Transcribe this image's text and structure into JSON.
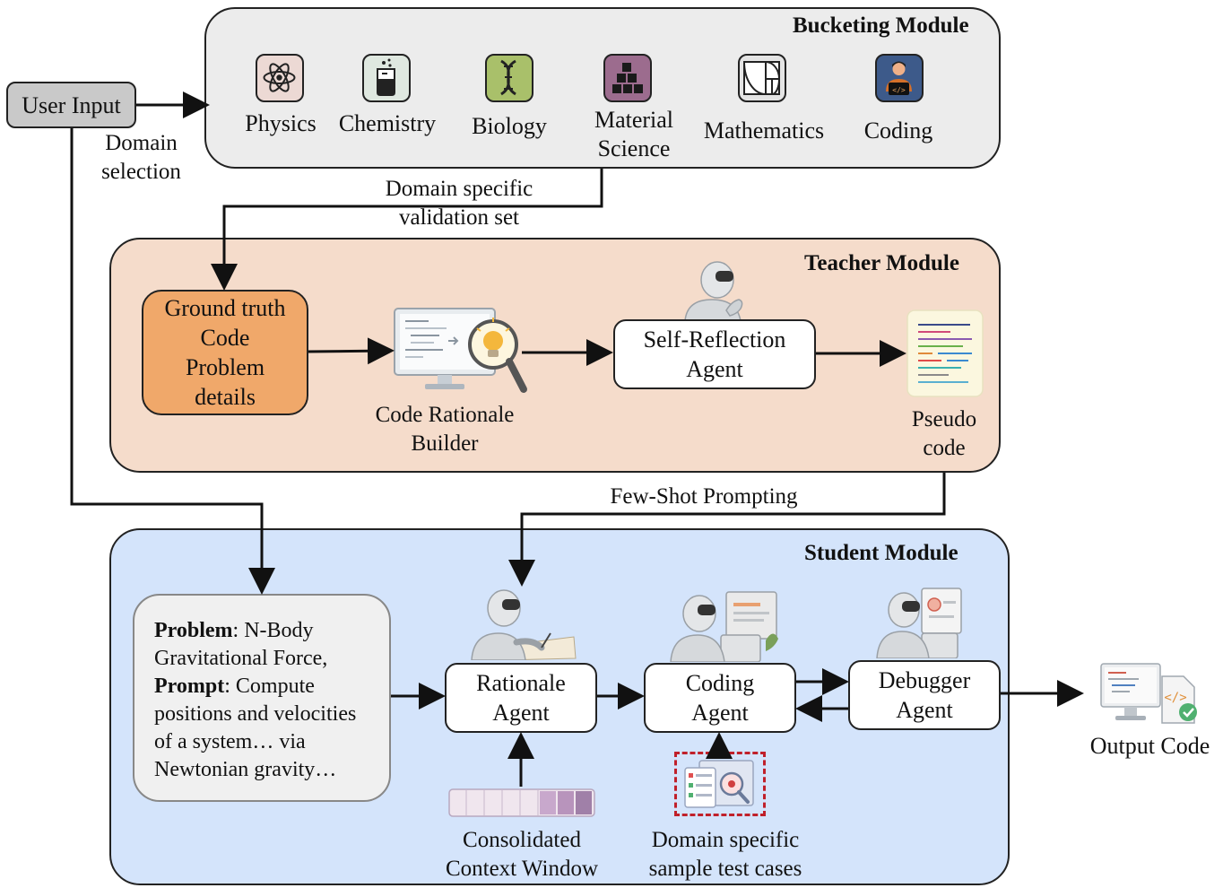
{
  "user_input": "User Input",
  "domain_selection": [
    "Domain",
    "selection"
  ],
  "bucketing": {
    "title": "Bucketing Module",
    "domains": [
      {
        "lines": [
          "Physics"
        ],
        "icon": "atom-icon",
        "color": "#ecd9d4"
      },
      {
        "lines": [
          "Chemistry"
        ],
        "icon": "beaker-icon",
        "color": "#dfe8e0"
      },
      {
        "lines": [
          "Biology"
        ],
        "icon": "dna-icon",
        "color": "#a9c06a"
      },
      {
        "lines": [
          "Material",
          "Science"
        ],
        "icon": "blocks-icon",
        "color": "#9c6c8e"
      },
      {
        "lines": [
          "Mathematics"
        ],
        "icon": "golden-ratio-icon",
        "color": "#e4e4e4"
      },
      {
        "lines": [
          "Coding"
        ],
        "icon": "programmer-icon",
        "color": "#3d5a8a"
      }
    ]
  },
  "validation_label": [
    "Domain specific",
    "validation set"
  ],
  "teacher": {
    "title": "Teacher Module",
    "ground_truth": [
      "Ground truth",
      "Code",
      "Problem",
      "details"
    ],
    "rationale_builder": [
      "Code Rationale",
      "Builder"
    ],
    "self_reflection": [
      "Self-Reflection",
      "Agent"
    ],
    "pseudo_code": [
      "Pseudo",
      "code"
    ]
  },
  "few_shot": "Few-Shot Prompting",
  "student": {
    "title": "Student Module",
    "problem_label": "Problem",
    "problem_text": ": N-Body Gravitational Force,",
    "prompt_label": "Prompt",
    "prompt_text": ": Compute positions and velocities of a system… via Newtonian gravity…",
    "rationale_agent": [
      "Rationale",
      "Agent"
    ],
    "coding_agent": [
      "Coding",
      "Agent"
    ],
    "debugger_agent": [
      "Debugger",
      "Agent"
    ],
    "context_window": [
      "Consolidated",
      "Context Window"
    ],
    "test_cases": [
      "Domain specific",
      "sample test cases"
    ]
  },
  "output_code": "Output Code",
  "colors": {
    "bucketing_bg": "#ececec",
    "teacher_bg": "#f5dccb",
    "student_bg": "#d4e4fb",
    "ground_truth_bg": "#f0a86a",
    "problem_bg": "#f0f0f0",
    "test_border": "#c0202a"
  }
}
